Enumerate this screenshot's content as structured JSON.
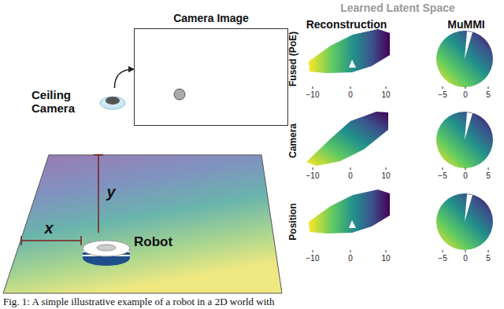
{
  "diagram": {
    "title": "Learned Latent Space",
    "caption": "Fig. 1: A simple illustrative example of a robot in a 2D world with",
    "nodes": [
      {
        "text": [
          "Ceiling Camera"
        ]
      },
      {
        "text": [
          "Camera Image"
        ]
      },
      {
        "text": [
          "Robot"
        ]
      }
    ],
    "edges": [
      {
        "from": 0,
        "to": 1,
        "arrow": "to"
      }
    ],
    "labels": [
      "y",
      "x",
      "Reconstruction",
      "MuMMI",
      "Fused (PoE)",
      "Camera",
      "Position",
      "−10",
      "0",
      "10",
      "−5",
      "0",
      "5",
      "−10",
      "0",
      "10",
      "−5",
      "0",
      "5",
      "−10",
      "0",
      "10",
      "−5",
      "0",
      "5"
    ]
  }
}
